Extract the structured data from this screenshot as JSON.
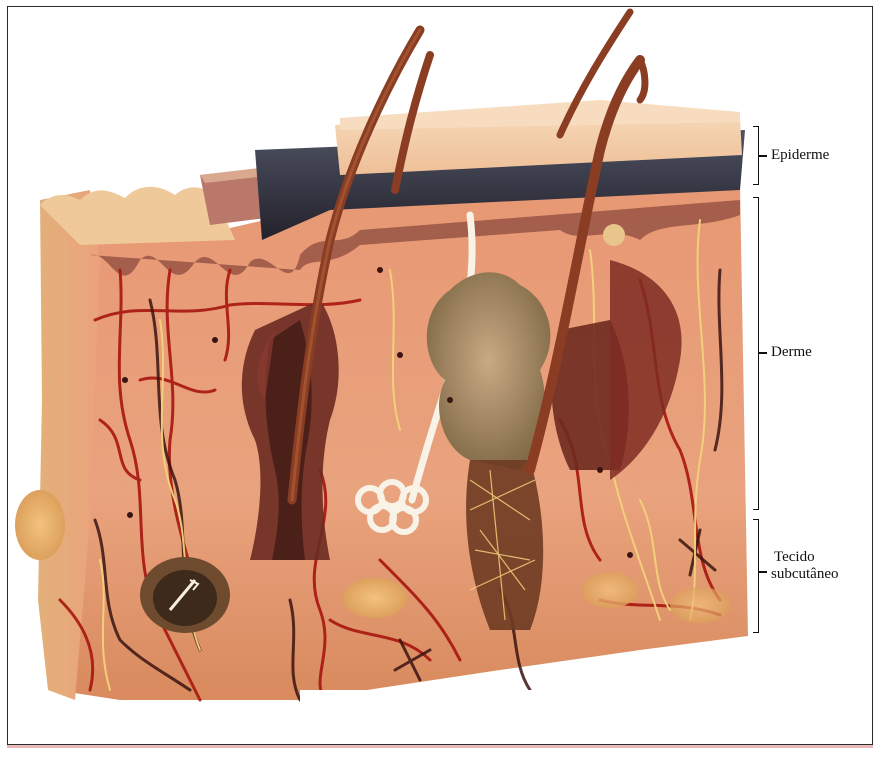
{
  "labels": {
    "epiderme": "Epiderme",
    "derme": "Derme",
    "tecido_line1": "Tecido",
    "tecido_line2": "subcutâneo"
  },
  "colors": {
    "frame": "#2b2b2b",
    "skin_base": "#e9a07a",
    "epidermis_dark": "#2d2a36",
    "vessel_red": "#a8160f",
    "vessel_dark": "#3a1410",
    "nerve_yellow": "#f3d27a",
    "hair_brown": "#8a3d22",
    "fat_yellow": "#e6b56a"
  },
  "icons": [
    "skin-cross-section-illustration"
  ]
}
